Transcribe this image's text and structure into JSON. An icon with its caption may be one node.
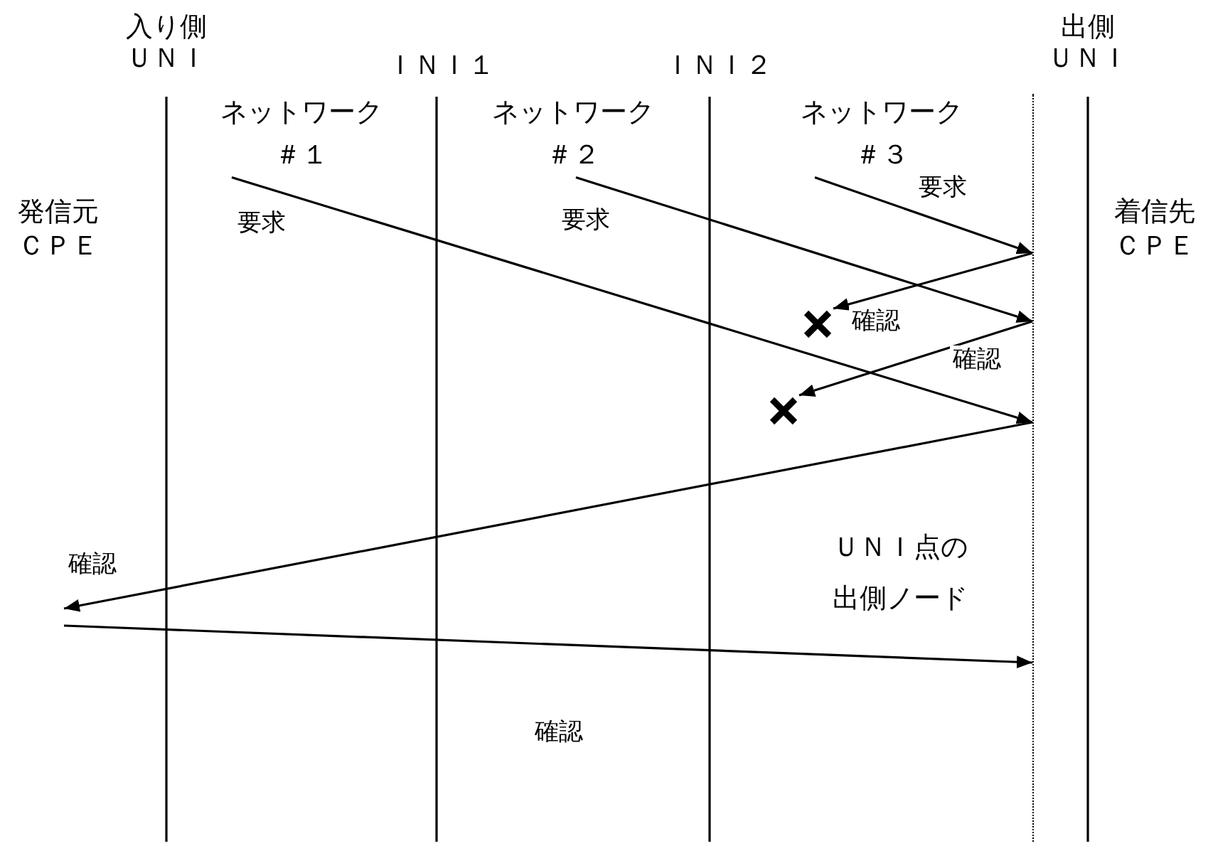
{
  "diagram": {
    "nodes": [
      {
        "text": [
          "ネットワーク＃１"
        ]
      },
      {
        "text": [
          "ネットワーク＃２"
        ]
      },
      {
        "text": [
          "ネットワーク＃３"
        ]
      },
      {
        "text": [],
        "shape": "cross"
      },
      {
        "text": [],
        "shape": "cross"
      },
      {
        "text": [],
        "shape": "line",
        "beside": [
          "ＵＮＩ点の出側ノード"
        ]
      }
    ],
    "edges": [
      {
        "from": 0,
        "to": 5,
        "arrow": "to",
        "label": "要求"
      },
      {
        "from": 1,
        "to": 5,
        "arrow": "to",
        "label": "要求"
      },
      {
        "from": 2,
        "to": 5,
        "arrow": "to",
        "label": "要求"
      },
      {
        "from": 5,
        "to": 3,
        "arrow": "to",
        "label": "確認"
      },
      {
        "from": 5,
        "to": 4,
        "arrow": "to",
        "label": "確認"
      },
      {
        "from": 5,
        "to": null,
        "arrow": "to",
        "label": "確認"
      },
      {
        "from": null,
        "to": 5,
        "arrow": "to",
        "label": "確認"
      }
    ],
    "labels": [
      "入り側",
      "ＵＮＩ",
      "ＩＮＩ１",
      "ＩＮＩ２",
      "出側",
      "ＵＮＩ",
      "発信元ＣＰＥ",
      "着信先ＣＰＥ"
    ]
  }
}
